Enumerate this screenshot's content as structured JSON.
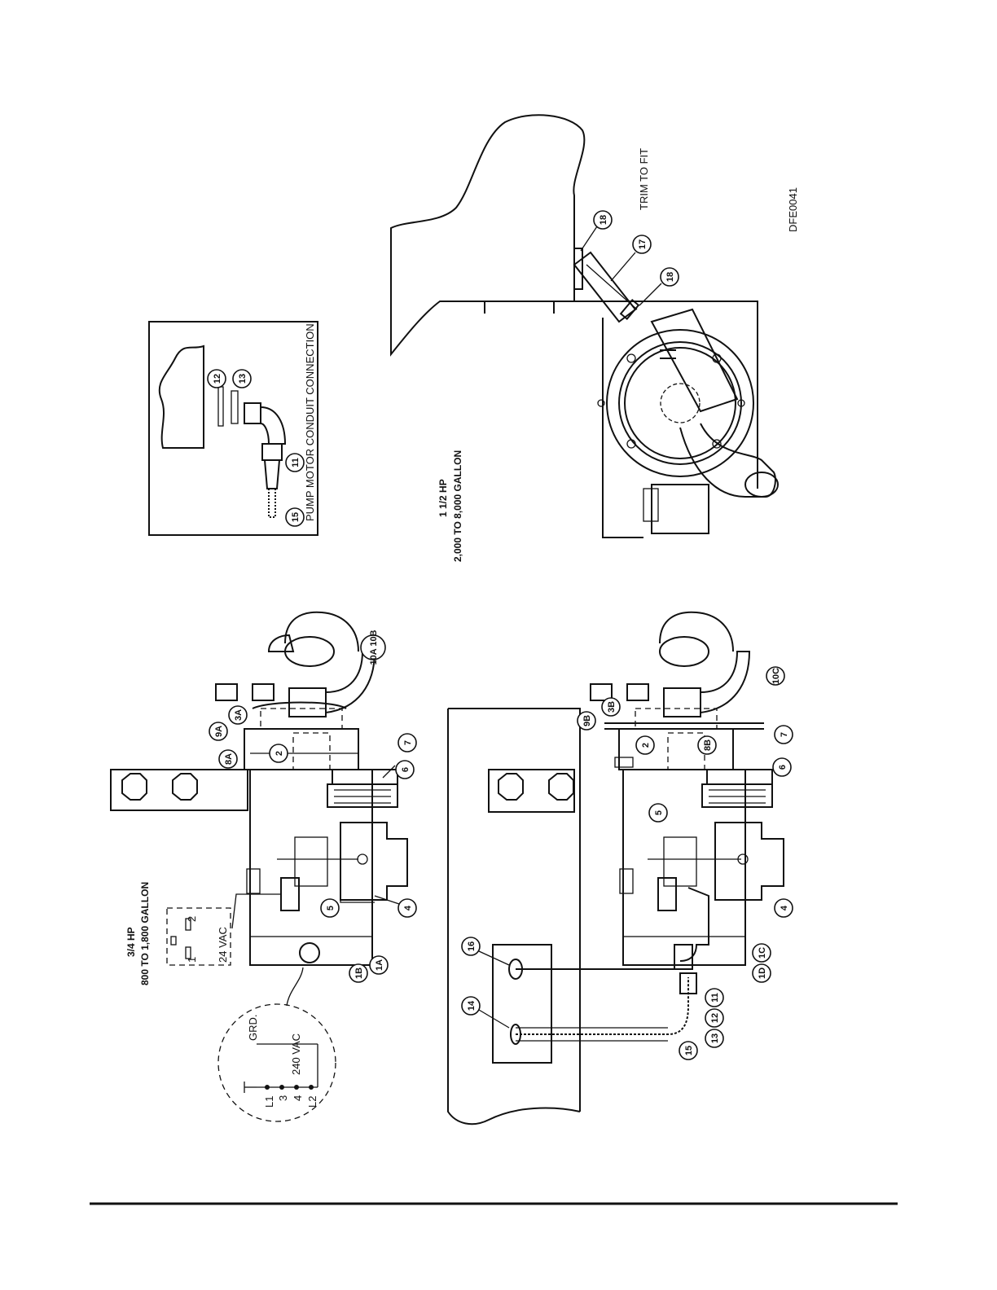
{
  "left_panel": {
    "title_line1": "3/4 HP",
    "title_line2": "800 TO 1,800 GALLON",
    "wiring_power": {
      "labels": [
        "L1",
        "3",
        "4",
        "L2"
      ],
      "ground": "GRD.",
      "voltage": "240 VAC"
    },
    "wiring_control": {
      "terminals": [
        "1",
        "2"
      ],
      "voltage": "24 VAC"
    },
    "callouts_top": [
      "1B",
      "1A",
      "4",
      "5",
      "6",
      "7",
      "2",
      "8A",
      "9A",
      "3A",
      "10A 10B"
    ],
    "callouts_bottom": [
      "14",
      "15",
      "16",
      "13",
      "12",
      "11",
      "1D",
      "1C",
      "4",
      "5",
      "6",
      "7",
      "8B",
      "2",
      "9B",
      "3B",
      "10C"
    ]
  },
  "inset": {
    "title": "PUMP MOTOR CONDUIT CONNECTION",
    "callouts": [
      "15",
      "11",
      "13",
      "12"
    ]
  },
  "right_panel": {
    "title_line1": "1 1/2 HP",
    "title_line2": "2,000 TO 8,000 GALLON",
    "trim_note": "TRIM TO FIT",
    "callouts": [
      "18",
      "17",
      "18"
    ],
    "drawing_id": "DFE0041"
  },
  "colors": {
    "ink": "#111111",
    "paper": "#ffffff"
  }
}
